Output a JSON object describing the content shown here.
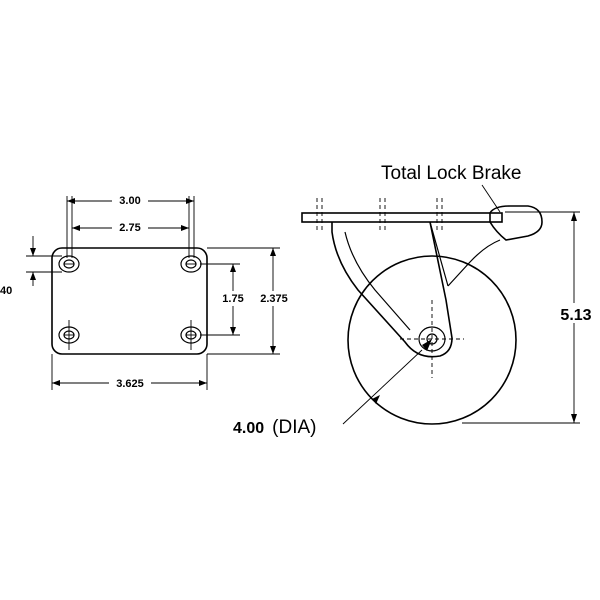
{
  "plate": {
    "dim_top_outer": "3.00",
    "dim_top_inner": "2.75",
    "dim_bottom": "3.625",
    "dim_hole_spacing": "1.75",
    "dim_height": "2.375",
    "dim_left_partial": "40"
  },
  "side": {
    "brake_label": "Total Lock Brake",
    "height_label": "5.13",
    "wheel_diameter_value": "4.00",
    "wheel_diameter_unit": "(DIA)"
  }
}
